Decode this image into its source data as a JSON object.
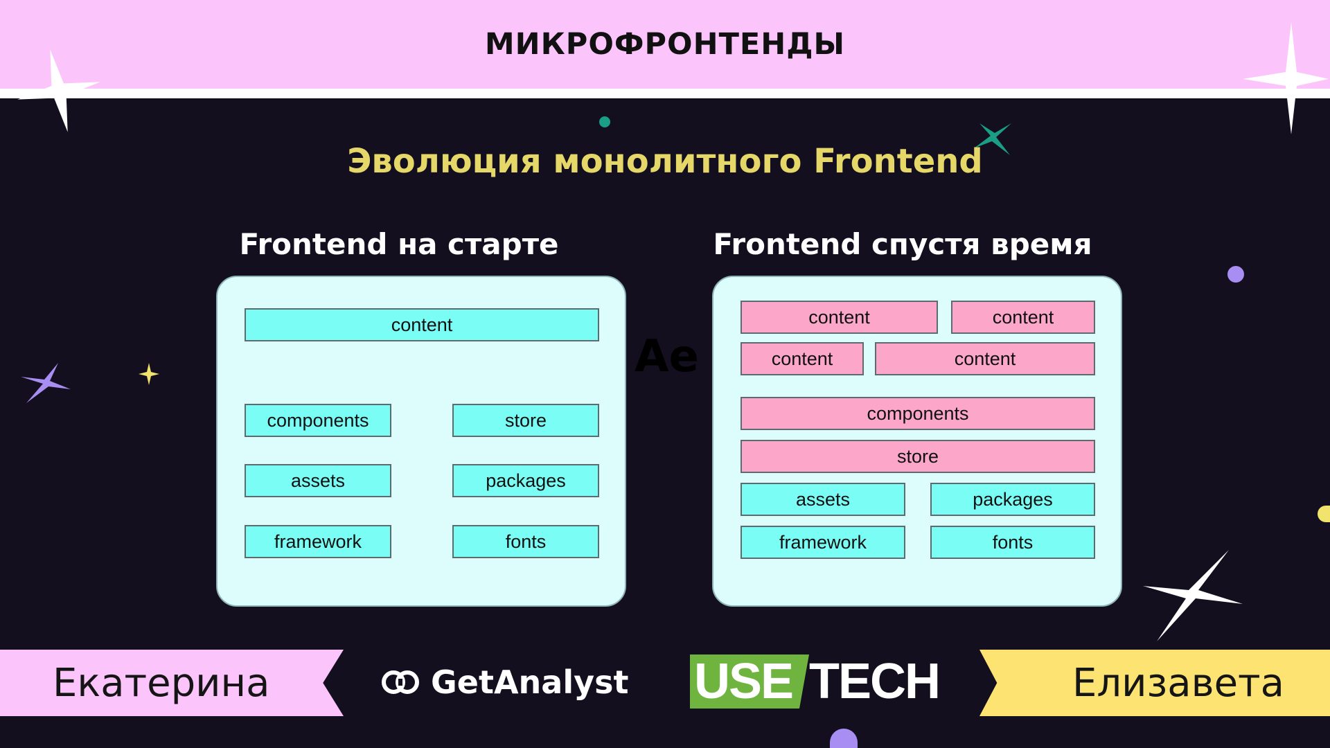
{
  "header": {
    "title": "МИКРОФРОНТЕНДЫ"
  },
  "slide": {
    "title": "Эволюция монолитного Frontend",
    "stray_text": "Ae"
  },
  "left_panel": {
    "title": "Frontend на старте",
    "modules": [
      "content",
      "components",
      "store",
      "assets",
      "packages",
      "framework",
      "fonts"
    ]
  },
  "right_panel": {
    "title": "Frontend спустя время",
    "modules": [
      "content",
      "content",
      "content",
      "content",
      "components",
      "store",
      "assets",
      "packages",
      "framework",
      "fonts"
    ]
  },
  "footer": {
    "speaker_left": "Екатерина",
    "speaker_right": "Елизавета",
    "logo_getanalyst": "GetAnalyst",
    "logo_usetech_use": "USE",
    "logo_usetech_tech": "TECH"
  },
  "colors": {
    "header_bg": "#fbc4fa",
    "slide_bg": "#130f1e",
    "title": "#e6d769",
    "module_initial": "#7afdf4",
    "module_grown": "#fca7c9",
    "panel_bg": "#dcfdfc",
    "banner_left": "#fbc4fa",
    "banner_right": "#fde472",
    "usetech_green": "#6fb43f"
  }
}
